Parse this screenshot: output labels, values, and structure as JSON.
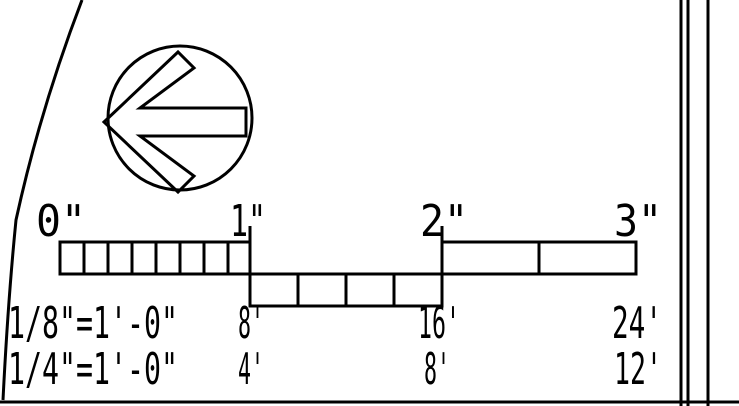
{
  "scale_bar": {
    "inch_marks": [
      "0\"",
      "1\"",
      "2\"",
      "3\""
    ],
    "scale_1_8": {
      "ratio": "1/8\"=1'-0\"",
      "marks": [
        "8'",
        "16'",
        "24'"
      ]
    },
    "scale_1_4": {
      "ratio": "1/4\"=1'-0\"",
      "marks": [
        "4'",
        "8'",
        "12'"
      ]
    }
  },
  "north_arrow": {
    "icon": "left-arrow-in-circle",
    "direction": "left"
  }
}
